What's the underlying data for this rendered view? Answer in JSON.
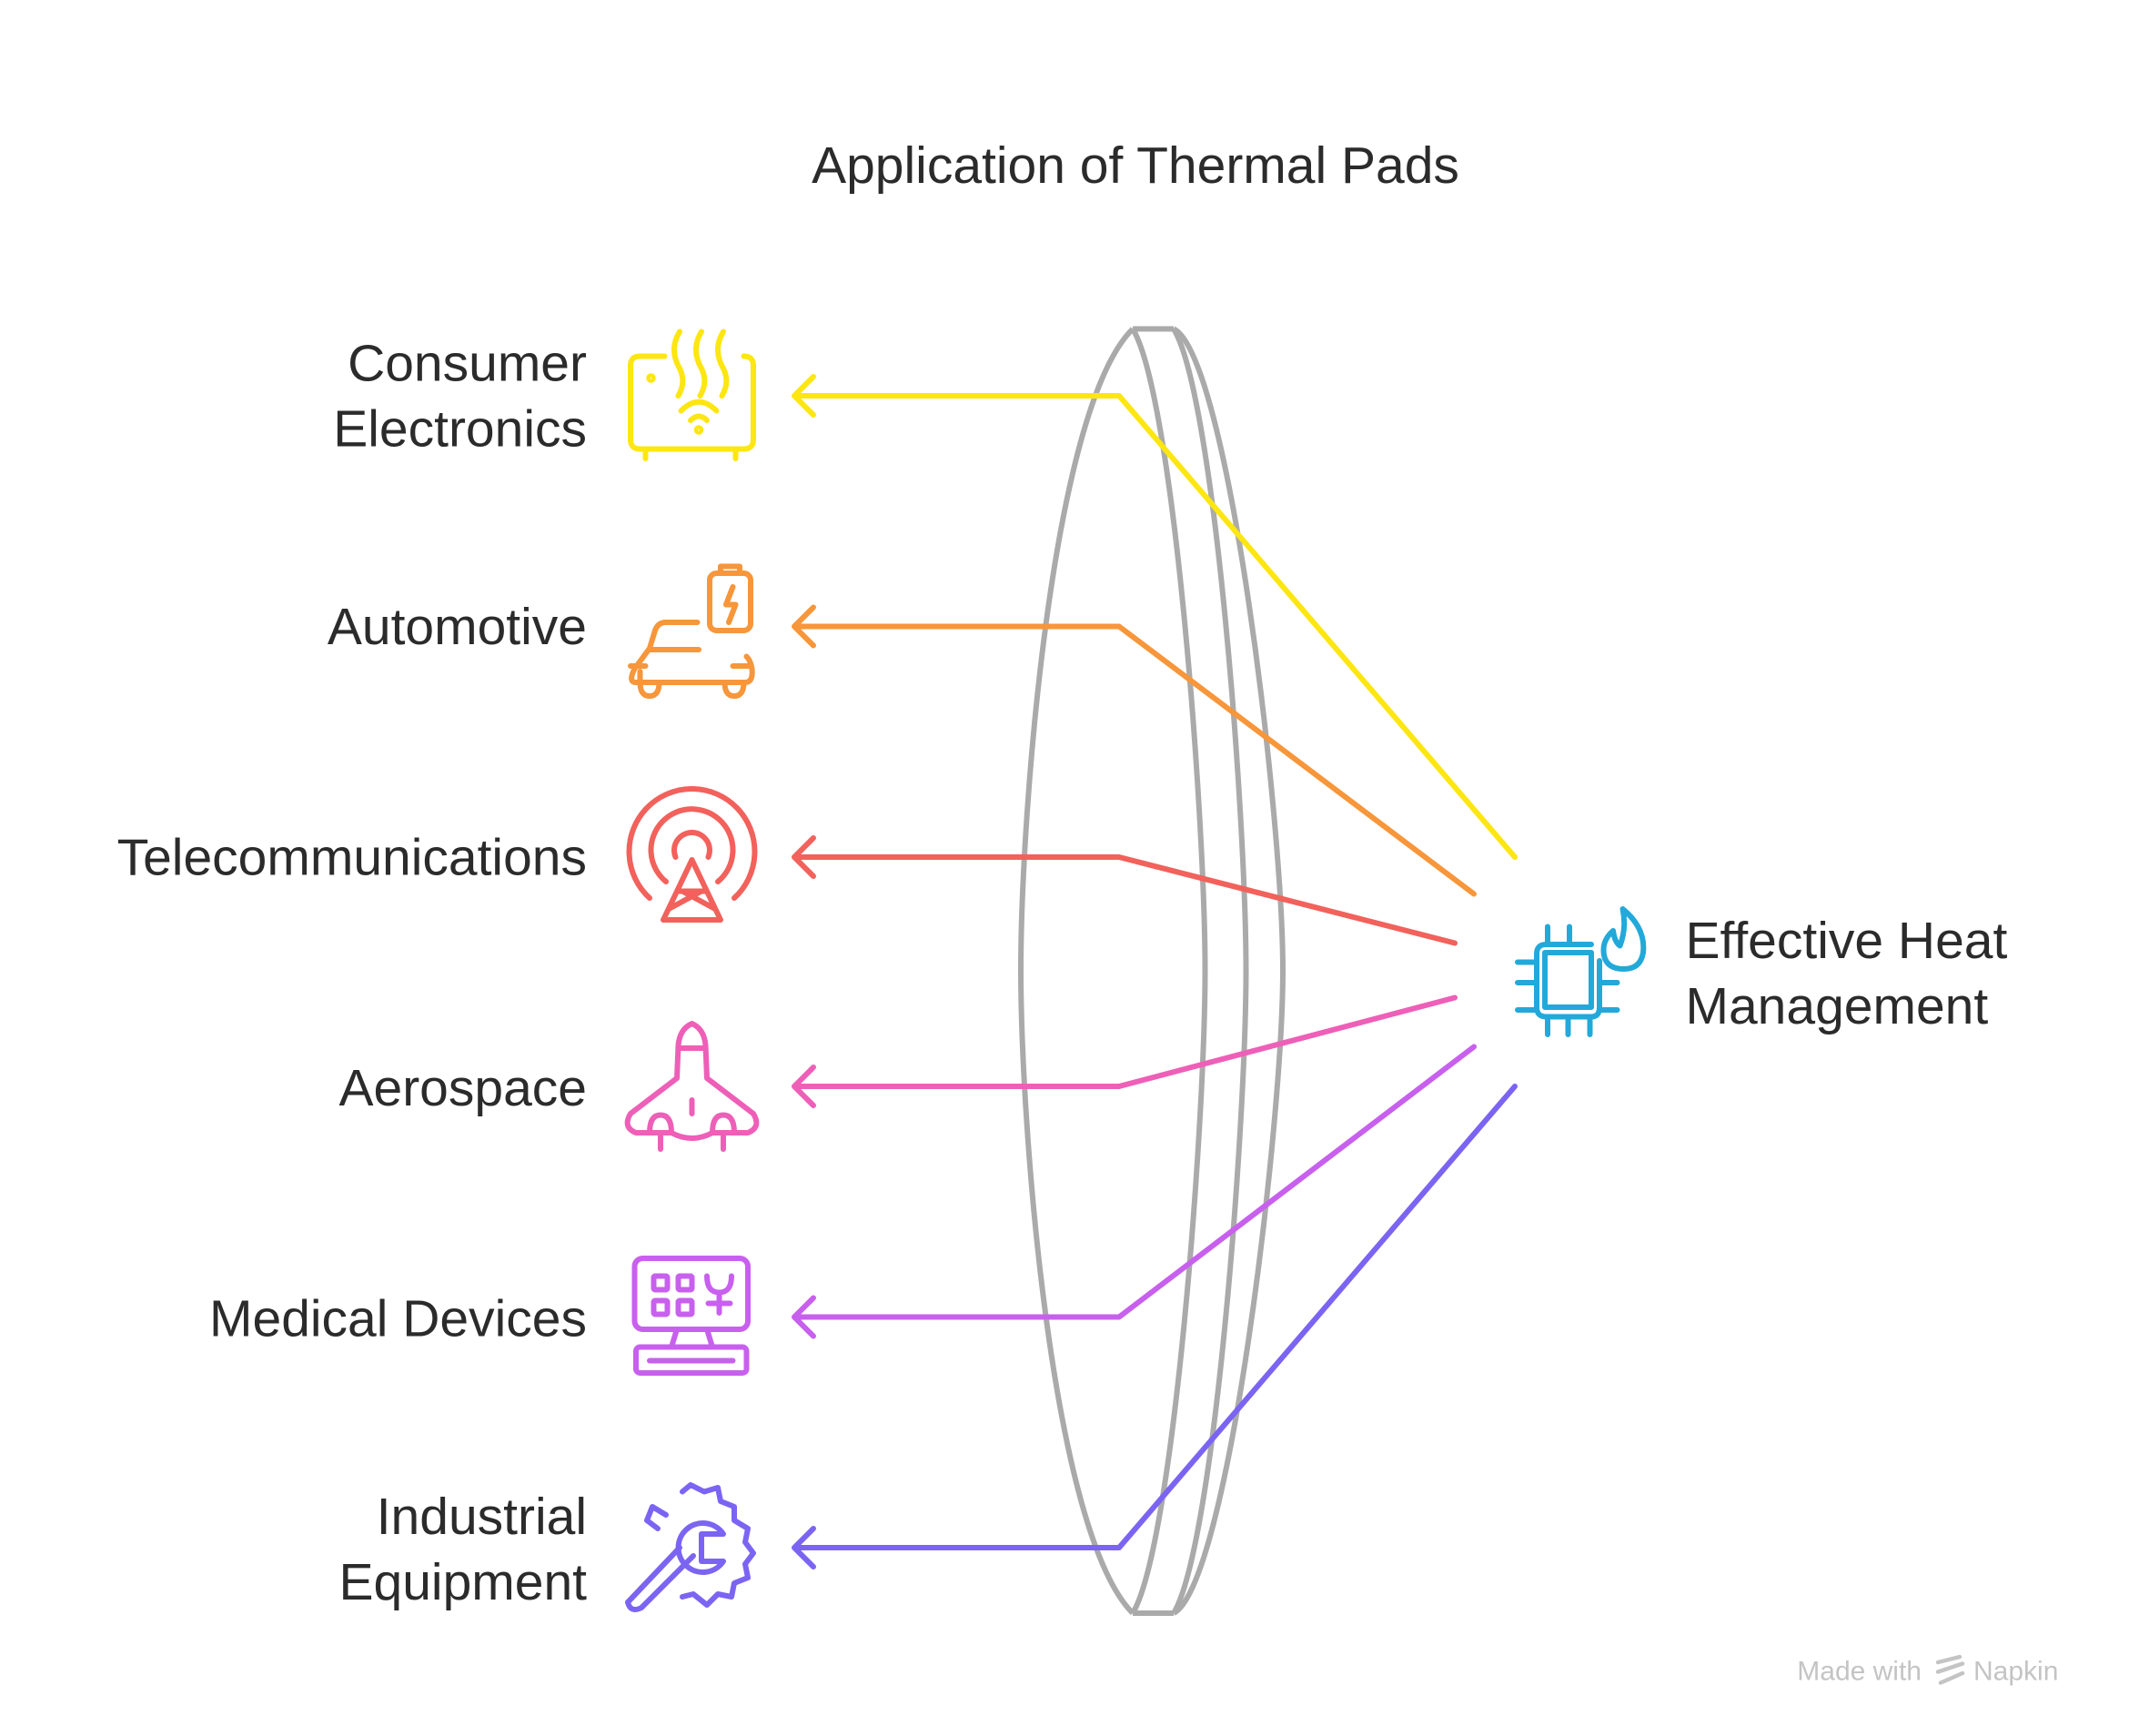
{
  "title": "Application of Thermal Pads",
  "applications": [
    {
      "lines": [
        "Consumer",
        "Electronics"
      ],
      "icon": "heater-wifi-icon",
      "color": "#FDE611"
    },
    {
      "lines": [
        "Automotive"
      ],
      "icon": "electric-car-icon",
      "color": "#F7963A"
    },
    {
      "lines": [
        "Telecommunications"
      ],
      "icon": "radio-tower-icon",
      "color": "#F2615B"
    },
    {
      "lines": [
        "Aerospace"
      ],
      "icon": "spaceship-icon",
      "color": "#EE5FB8"
    },
    {
      "lines": [
        "Medical Devices"
      ],
      "icon": "medical-monitor-icon",
      "color": "#C860EE"
    },
    {
      "lines": [
        "Industrial",
        "Equipment"
      ],
      "icon": "gear-wrench-icon",
      "color": "#7C64F3"
    }
  ],
  "target": {
    "lines": [
      "Effective Heat",
      "Management"
    ],
    "icon": "chip-flame-icon",
    "color": "#22A9D9"
  },
  "lens_color": "#AAAAAA",
  "watermark": {
    "prefix": "Made with",
    "brand": "Napkin"
  }
}
